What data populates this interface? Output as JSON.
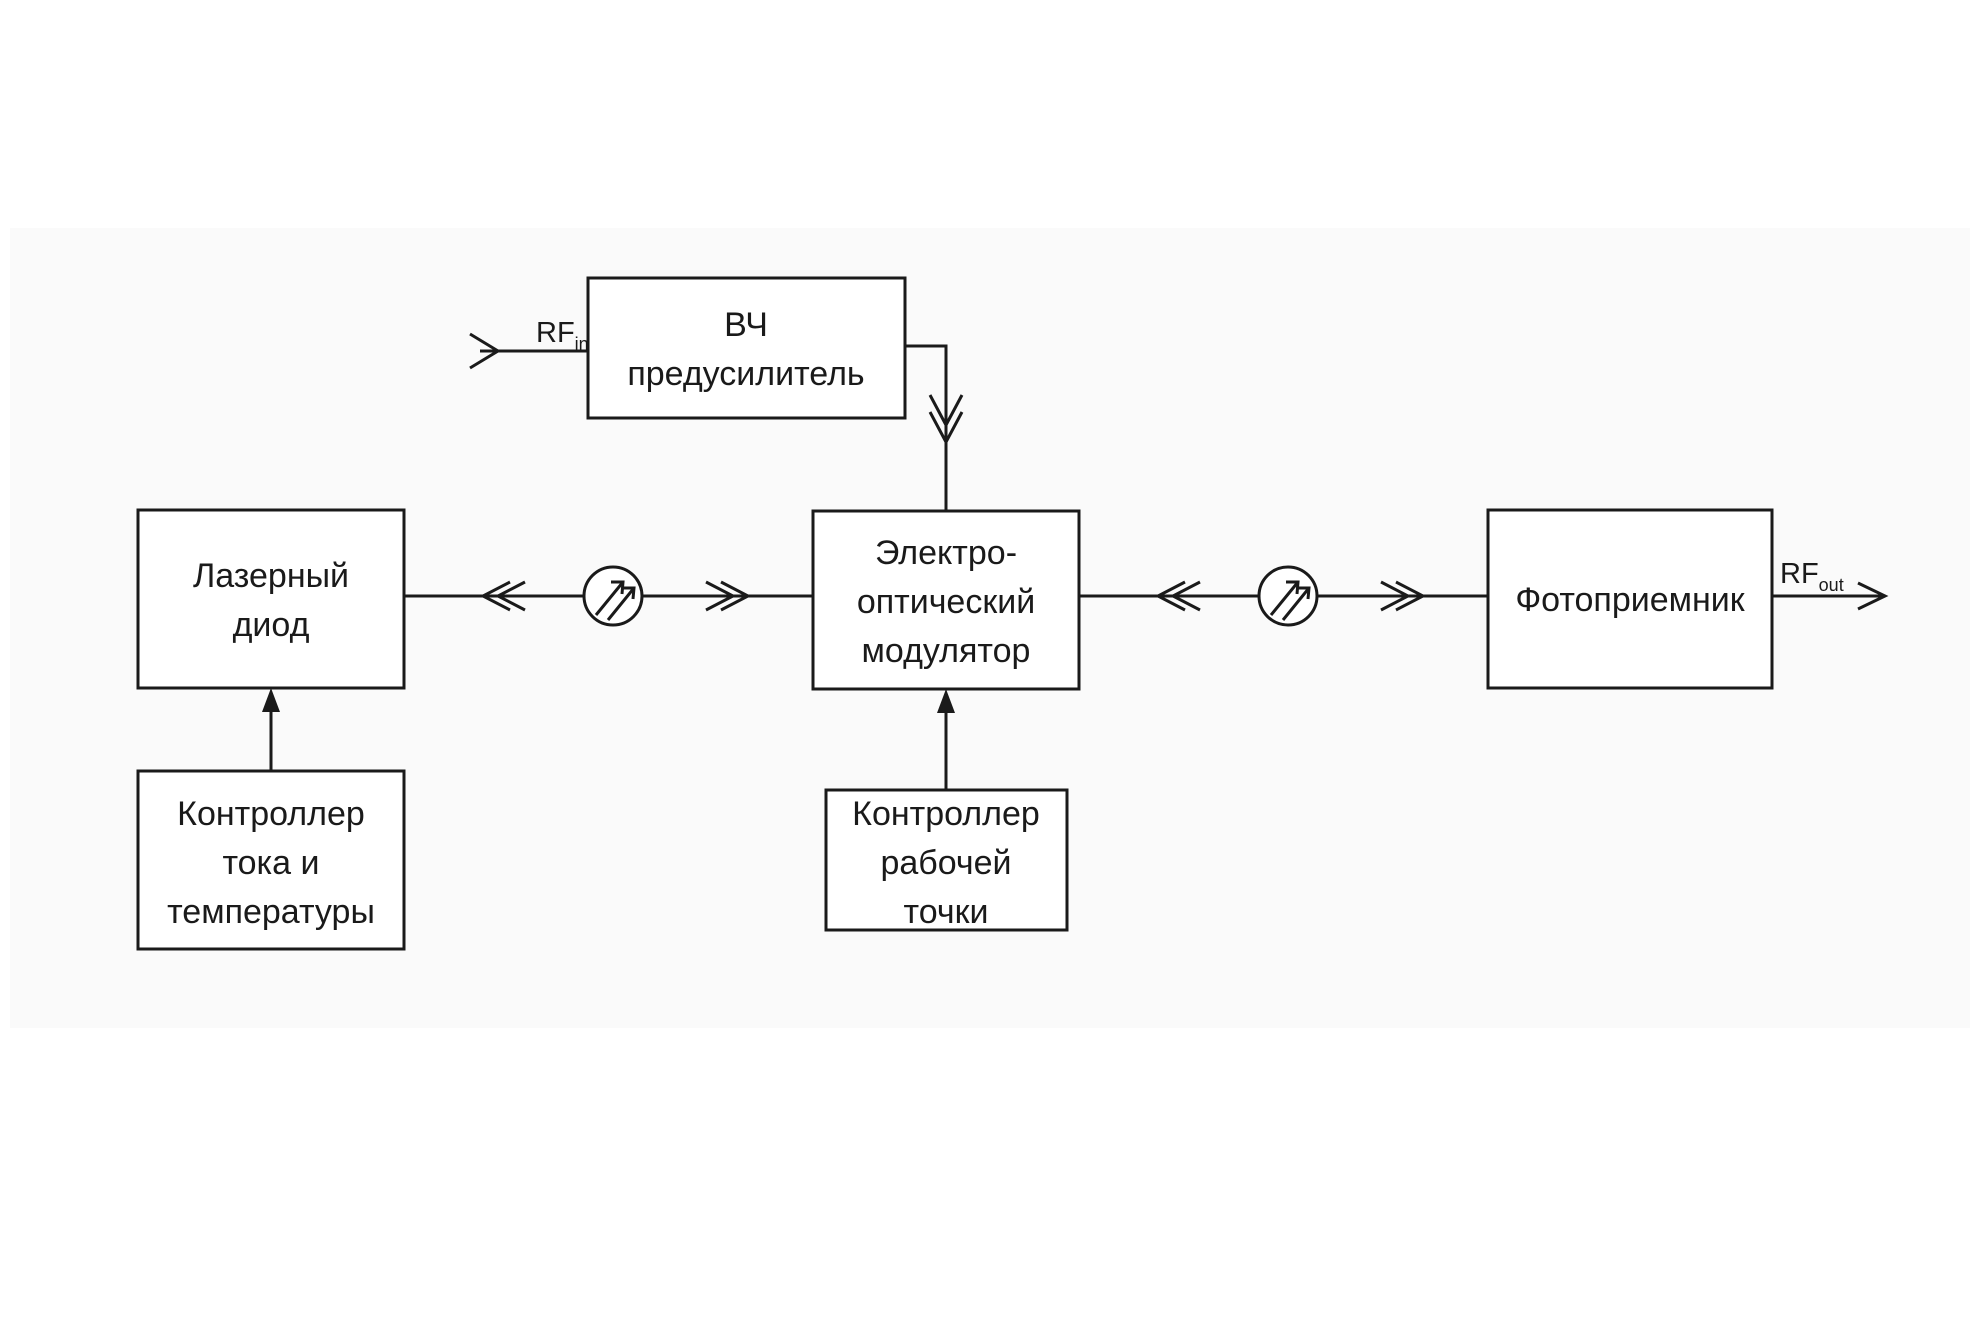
{
  "colors": {
    "stroke": "#1a1a1a",
    "panel": "#fafafa",
    "background": "#ffffff"
  },
  "blocks": {
    "rf_preamp": {
      "line1": "ВЧ",
      "line2": "предусилитель"
    },
    "laser_diode": {
      "line1": "Лазерный",
      "line2": "диод"
    },
    "eo_modulator": {
      "line1": "Электро-",
      "line2": "оптический",
      "line3": "модулятор"
    },
    "photodetector": {
      "line1": "Фотоприемник"
    },
    "current_temp_controller": {
      "line1": "Контроллер",
      "line2": "тока и",
      "line3": "температуры"
    },
    "bias_controller": {
      "line1": "Контроллер",
      "line2": "рабочей",
      "line3": "точки"
    }
  },
  "signals": {
    "rf_in": {
      "main": "RF",
      "sub": "in"
    },
    "rf_out": {
      "main": "RF",
      "sub": "out"
    }
  },
  "icons": {
    "fiber_connector": "fiber-connector-icon",
    "optical_arrow": "double-chevron-icon",
    "signal_arrow": "arrowhead-icon"
  }
}
